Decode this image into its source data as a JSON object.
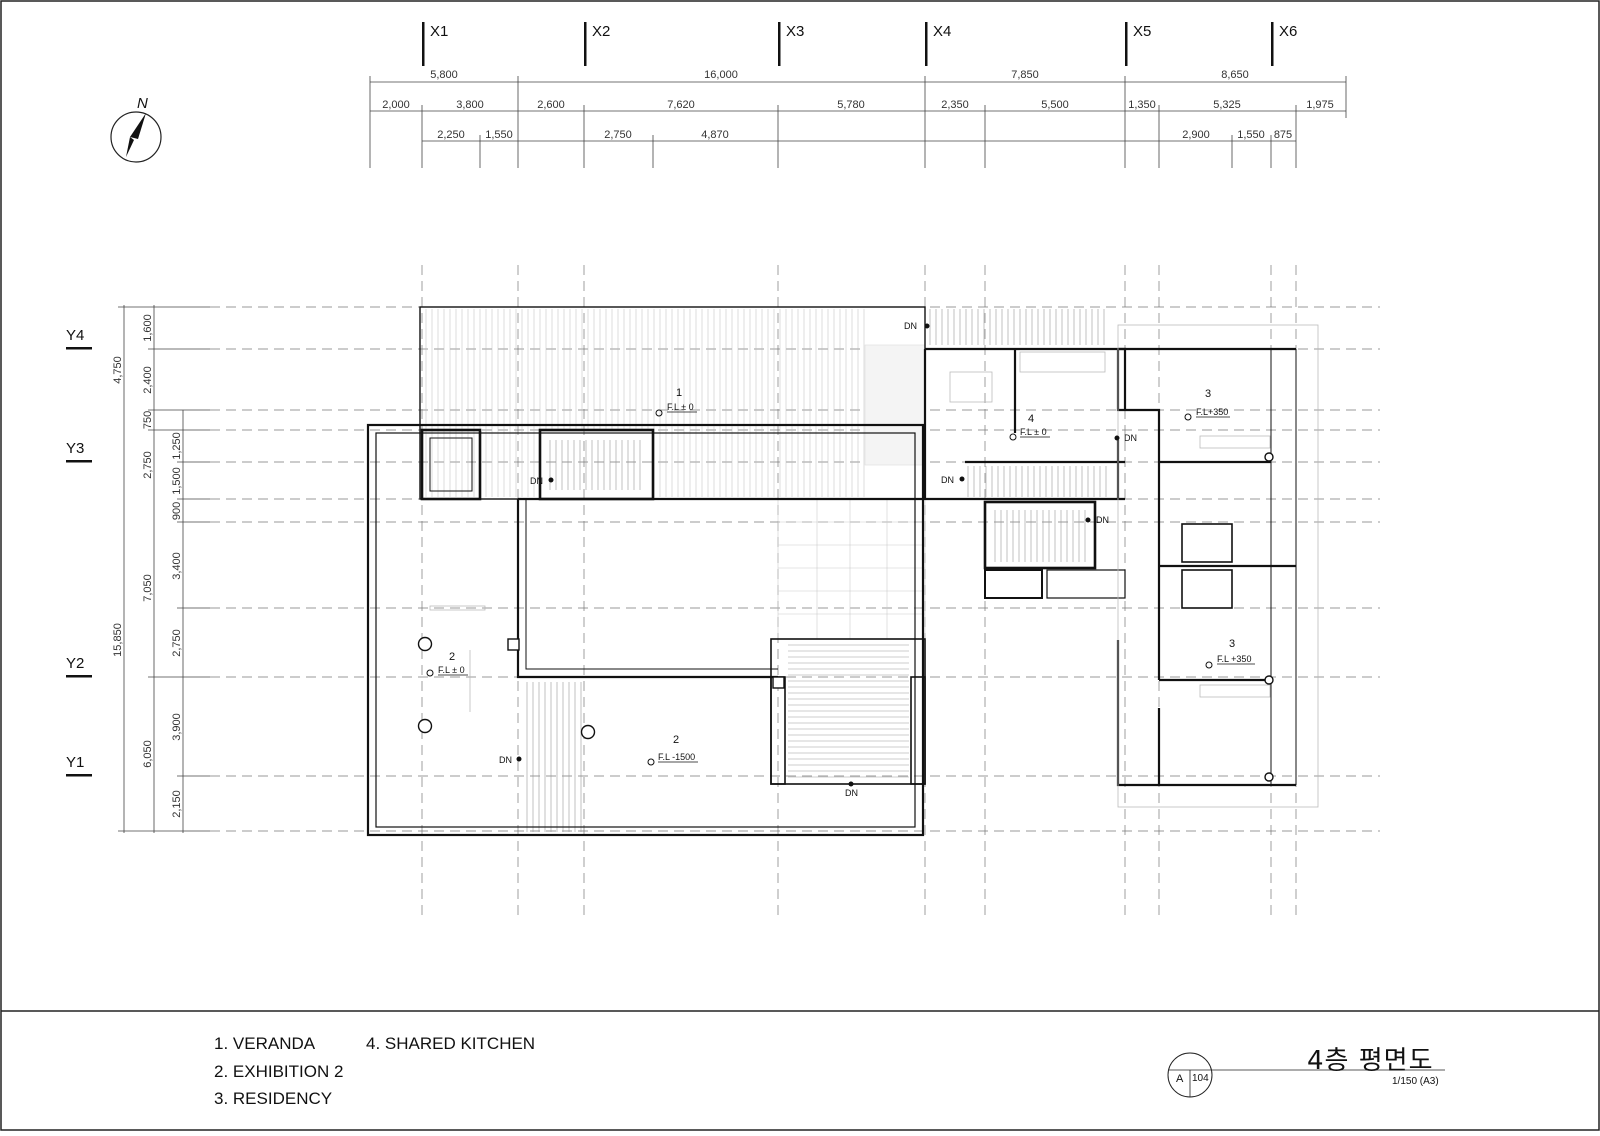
{
  "north_label": "N",
  "grid_x": [
    "X1",
    "X2",
    "X3",
    "X4",
    "X5",
    "X6"
  ],
  "grid_y": [
    "Y4",
    "Y3",
    "Y2",
    "Y1"
  ],
  "dims_top_row1": [
    "5,800",
    "16,000",
    "7,850",
    "8,650"
  ],
  "dims_top_row2": [
    "2,000",
    "3,800",
    "2,600",
    "7,620",
    "5,780",
    "2,350",
    "5,500",
    "1,350",
    "5,325",
    "1,975"
  ],
  "dims_top_row3": [
    "2,250",
    "1,550",
    "2,750",
    "4,870",
    "2,900",
    "1,550",
    "875"
  ],
  "dims_left_outer": [
    "15,850"
  ],
  "dims_left_mid": [
    "4,750",
    "2,750",
    "7,050",
    "6,050"
  ],
  "dims_left_inner": [
    "1,600",
    "2,400",
    "750",
    "1,250",
    "1,500",
    "900",
    "3,400",
    "2,750",
    "3,900",
    "2,150"
  ],
  "plan_labels": {
    "room1": "1",
    "room1_fl": "F.L ± 0",
    "room2a": "2",
    "room2a_fl": "F.L ± 0",
    "room2b": "2",
    "room2b_fl": "F.L -1500",
    "room3a": "3",
    "room3a_fl": "F.L+350",
    "room3b": "3",
    "room3b_fl": "F.L +350",
    "room4": "4",
    "room4_fl": "F.L ± 0",
    "dn": "DN"
  },
  "legend": [
    "1. VERANDA",
    "2. EXHIBITION 2",
    "3. RESIDENCY",
    "4. SHARED KITCHEN"
  ],
  "title_block": {
    "title": "4층 평면도",
    "scale": "1/150 (A3)",
    "sheet_prefix": "A",
    "sheet_number": "104"
  }
}
